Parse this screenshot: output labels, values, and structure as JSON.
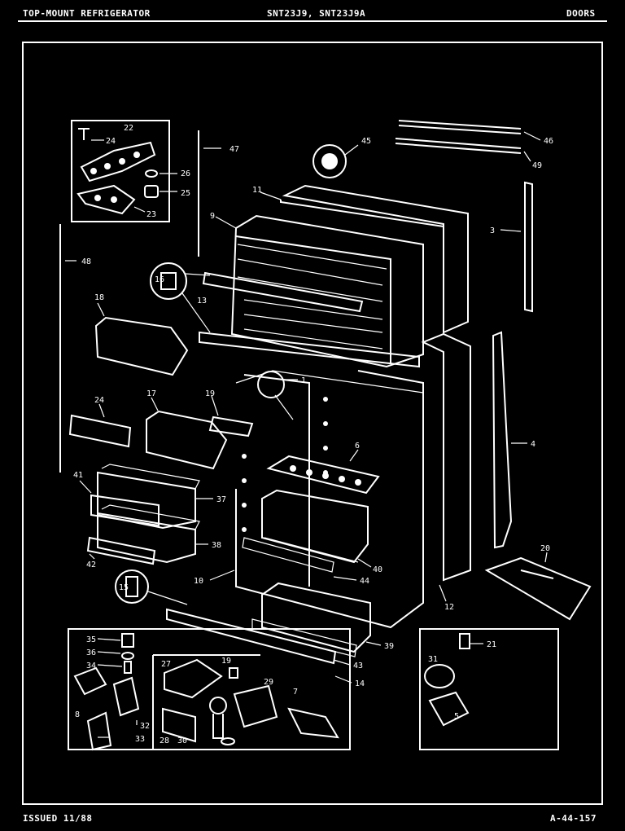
{
  "header": {
    "left": "TOP-MOUNT REFRIGERATOR",
    "center": "SNT23J9, SNT23J9A",
    "right": "DOORS"
  },
  "footer": {
    "left": "ISSUED 11/88",
    "right": "A-44-157"
  },
  "callouts": [
    {
      "id": "c22",
      "text": "22"
    },
    {
      "id": "c24a",
      "text": "24"
    },
    {
      "id": "c26",
      "text": "26"
    },
    {
      "id": "c25",
      "text": "25"
    },
    {
      "id": "c23",
      "text": "23"
    },
    {
      "id": "c47",
      "text": "47"
    },
    {
      "id": "c48",
      "text": "48"
    },
    {
      "id": "c45",
      "text": "45"
    },
    {
      "id": "c46",
      "text": "46"
    },
    {
      "id": "c49",
      "text": "49"
    },
    {
      "id": "c11",
      "text": "11"
    },
    {
      "id": "c9",
      "text": "9"
    },
    {
      "id": "c3",
      "text": "3"
    },
    {
      "id": "c16",
      "text": "16"
    },
    {
      "id": "c13",
      "text": "13"
    },
    {
      "id": "c18",
      "text": "18"
    },
    {
      "id": "c1",
      "text": "1"
    },
    {
      "id": "c24b",
      "text": "24"
    },
    {
      "id": "c17",
      "text": "17"
    },
    {
      "id": "c19a",
      "text": "19"
    },
    {
      "id": "c6",
      "text": "6"
    },
    {
      "id": "c4",
      "text": "4"
    },
    {
      "id": "c41",
      "text": "41"
    },
    {
      "id": "c37",
      "text": "37"
    },
    {
      "id": "c38",
      "text": "38"
    },
    {
      "id": "c42",
      "text": "42"
    },
    {
      "id": "c40",
      "text": "40"
    },
    {
      "id": "c20",
      "text": "20"
    },
    {
      "id": "c10",
      "text": "10"
    },
    {
      "id": "c44",
      "text": "44"
    },
    {
      "id": "c12",
      "text": "12"
    },
    {
      "id": "c15",
      "text": "15"
    },
    {
      "id": "c39",
      "text": "39"
    },
    {
      "id": "c43",
      "text": "43"
    },
    {
      "id": "c14",
      "text": "14"
    },
    {
      "id": "c35",
      "text": "35"
    },
    {
      "id": "c36",
      "text": "36"
    },
    {
      "id": "c34",
      "text": "34"
    },
    {
      "id": "c8",
      "text": "8"
    },
    {
      "id": "c32",
      "text": "32"
    },
    {
      "id": "c33",
      "text": "33"
    },
    {
      "id": "c27",
      "text": "27"
    },
    {
      "id": "c19b",
      "text": "19"
    },
    {
      "id": "c29",
      "text": "29"
    },
    {
      "id": "c7",
      "text": "7"
    },
    {
      "id": "c28",
      "text": "28"
    },
    {
      "id": "c30",
      "text": "30"
    },
    {
      "id": "c31",
      "text": "31"
    },
    {
      "id": "c21",
      "text": "21"
    },
    {
      "id": "c5",
      "text": "5"
    }
  ]
}
